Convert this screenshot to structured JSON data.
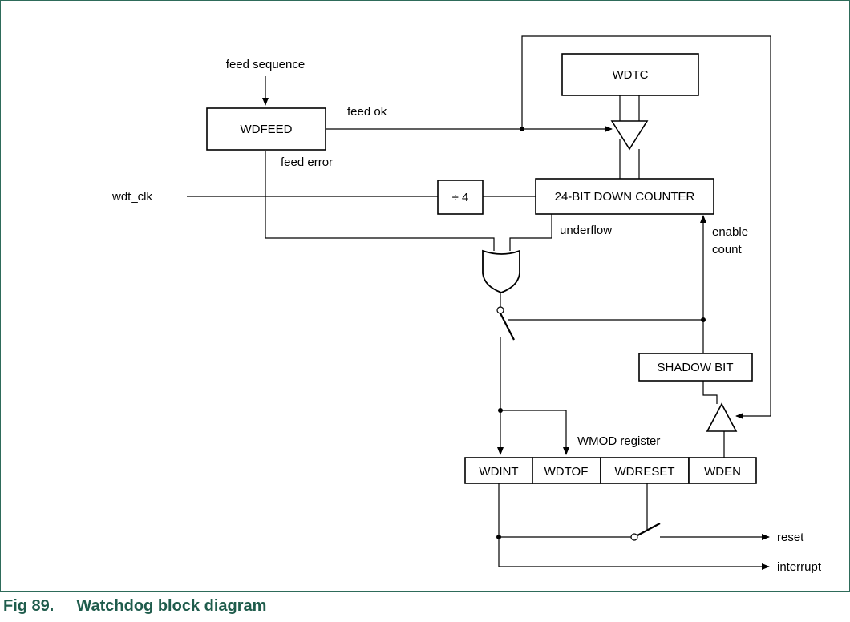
{
  "caption": {
    "label": "Fig 89.",
    "title": "Watchdog block diagram"
  },
  "blocks": {
    "wdfeed": "WDFEED",
    "wdtc": "WDTC",
    "divider": "÷ 4",
    "counter": "24-BIT DOWN COUNTER",
    "shadow_bit": "SHADOW BIT"
  },
  "register": {
    "name": "WMOD register",
    "fields": [
      "WDINT",
      "WDTOF",
      "WDRESET",
      "WDEN"
    ]
  },
  "signals": {
    "feed_sequence": "feed sequence",
    "feed_ok": "feed ok",
    "feed_error": "feed error",
    "wdt_clk": "wdt_clk",
    "underflow": "underflow",
    "enable": "enable",
    "count": "count",
    "reset": "reset",
    "interrupt": "interrupt"
  },
  "colors": {
    "border": "#2e6b5a",
    "caption": "#1f5c4c",
    "line": "#000000"
  }
}
